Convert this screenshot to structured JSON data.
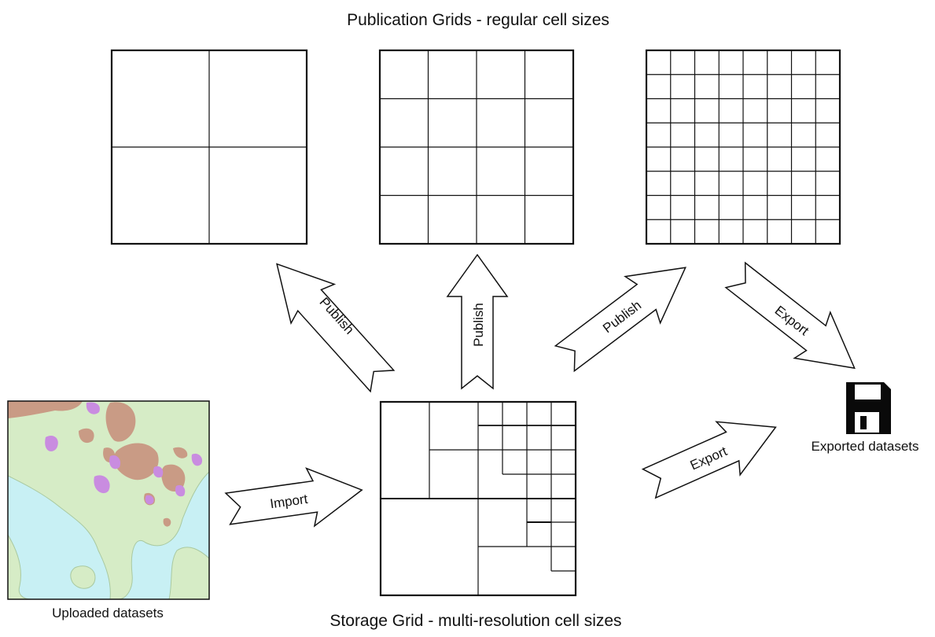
{
  "title_top": "Publication Grids - regular cell sizes",
  "title_bottom": "Storage Grid - multi-resolution cell sizes",
  "labels": {
    "uploaded": "Uploaded datasets",
    "exported": "Exported datasets"
  },
  "arrows": {
    "import": "Import",
    "publish_left": "Publish",
    "publish_center": "Publish",
    "publish_right": "Publish",
    "export_top": "Export",
    "export_bottom": "Export"
  },
  "grids": {
    "publication_left_divisions": 2,
    "publication_center_divisions": 4,
    "publication_right_divisions": 8
  },
  "colors": {
    "map_water": "#c8f0f4",
    "map_land": "#d6ecc6",
    "map_brown": "#c99b85",
    "map_purple": "#c98ce0",
    "stroke": "#111111"
  },
  "icons": {
    "export_target": "floppy-disk-icon"
  }
}
